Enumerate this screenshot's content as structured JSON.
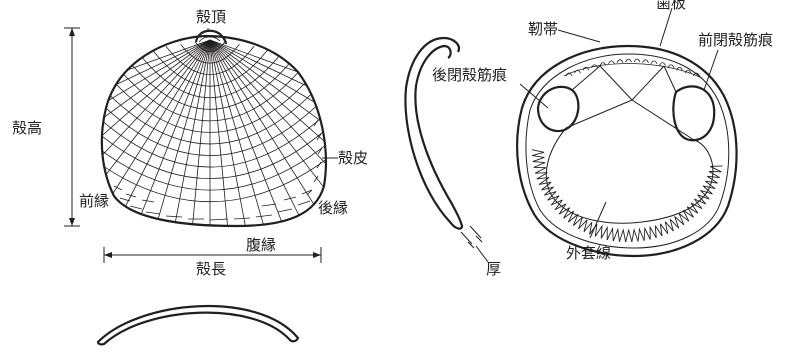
{
  "labels": {
    "umbo": "殻頂",
    "height": "殻高",
    "periostracum": "殻皮",
    "anterior_margin": "前縁",
    "posterior_margin": "後縁",
    "ventral_margin": "腹縁",
    "length": "殻長",
    "thickness": "厚",
    "ligament": "靭帯",
    "hinge_plate": "歯板",
    "anterior_adductor_scar": "前閉殻筋痕",
    "posterior_adductor_scar": "後閉殻筋痕",
    "pallial_line": "外套線"
  },
  "colors": {
    "ink": "#231f20",
    "background": "#ffffff"
  }
}
